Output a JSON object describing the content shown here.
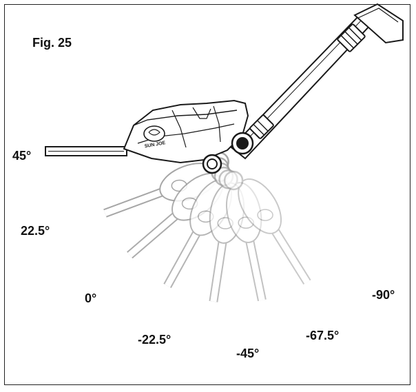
{
  "figure": {
    "title": "Fig. 25",
    "brand_text": "SUN JOE",
    "angles": [
      {
        "label": "45°",
        "deg": 45
      },
      {
        "label": "22.5°",
        "deg": 22.5
      },
      {
        "label": "0°",
        "deg": 0
      },
      {
        "label": "-22.5°",
        "deg": -22.5
      },
      {
        "label": "-45°",
        "deg": -45
      },
      {
        "label": "-67.5°",
        "deg": -67.5
      },
      {
        "label": "-90°",
        "deg": -90
      }
    ],
    "colors": {
      "line": "#1a1a1a",
      "ghost": "#9a9a9a",
      "fill": "#ffffff"
    }
  }
}
